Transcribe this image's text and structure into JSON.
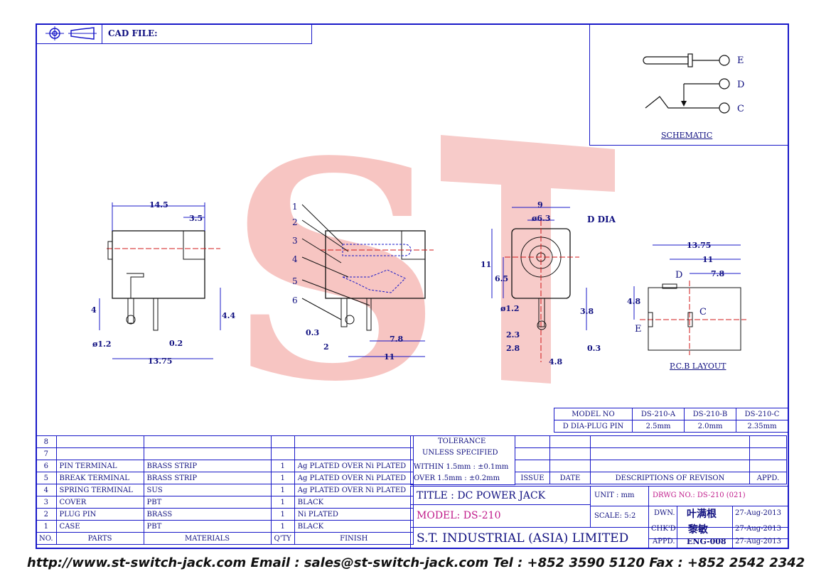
{
  "header": {
    "cad_file_label": "CAD FILE:"
  },
  "schematic": {
    "label": "SCHEMATIC",
    "terminals": [
      "E",
      "D",
      "C"
    ]
  },
  "watermark": {
    "letters": "ST",
    "color": "#f3a39f"
  },
  "side_view": {
    "dims": {
      "overall_length": "14.5",
      "top_offset": "3.5",
      "pin_height": "4",
      "body_offset": "4.4",
      "pin_dia": "ø1.2",
      "pin_thick": "0.2",
      "pin_span": "13.75"
    }
  },
  "section_view": {
    "callouts": [
      "1",
      "2",
      "3",
      "4",
      "5",
      "6"
    ],
    "dims": {
      "a": "0.3",
      "b": "2",
      "c": "7.8",
      "d": "11"
    }
  },
  "front_view": {
    "dims": {
      "width": "9",
      "bore": "ø6.3",
      "height": "11",
      "center": "6.5",
      "pin_dia": "ø1.2",
      "pin_len": "3.8",
      "p1": "2.3",
      "p2": "2.8",
      "p3": "0.3",
      "p4": "4.8"
    },
    "d_dia_label": "D DIA"
  },
  "pcb": {
    "label": "P.C.B LAYOUT",
    "dims": {
      "overall": "13.75",
      "mid": "11",
      "short": "7.8",
      "height": "4.8"
    },
    "pins": [
      "D",
      "C",
      "E"
    ]
  },
  "model_table": {
    "headers": [
      "MODEL NO",
      "DS-210-A",
      "DS-210-B",
      "DS-210-C"
    ],
    "row": [
      "D DIA-PLUG PIN",
      "2.5mm",
      "2.0mm",
      "2.35mm"
    ]
  },
  "bom": {
    "headers": [
      "NO.",
      "PARTS",
      "MATERIALS",
      "Q'TY",
      "FINISH"
    ],
    "rows": [
      [
        "8",
        "",
        "",
        "",
        ""
      ],
      [
        "7",
        "",
        "",
        "",
        ""
      ],
      [
        "6",
        "PIN TERMINAL",
        "BRASS STRIP",
        "1",
        "Ag PLATED OVER Ni PLATED"
      ],
      [
        "5",
        "BREAK TERMINAL",
        "BRASS STRIP",
        "1",
        "Ag PLATED OVER Ni PLATED"
      ],
      [
        "4",
        "SPRING TERMINAL",
        "SUS",
        "1",
        "Ag PLATED OVER Ni PLATED"
      ],
      [
        "3",
        "COVER",
        "PBT",
        "1",
        "BLACK"
      ],
      [
        "2",
        "PLUG PIN",
        "BRASS",
        "1",
        "Ni PLATED"
      ],
      [
        "1",
        "CASE",
        "PBT",
        "1",
        "BLACK"
      ]
    ]
  },
  "tolerance": {
    "title1": "TOLERANCE",
    "title2": "UNLESS   SPECIFIED",
    "within": "WITHIN  1.5mm : ±0.1mm",
    "over": "OVER    1.5mm : ±0.2mm"
  },
  "revision": {
    "issue": "ISSUE",
    "date": "DATE",
    "desc": "DESCRIPTIONS  OF  REVISON",
    "appd": "APPD."
  },
  "title_block": {
    "title": "TITLE : DC POWER JACK",
    "model": "MODEL: DS-210",
    "company": "S.T.  INDUSTRIAL  (ASIA)  LIMITED",
    "unit": "UNIT :   mm",
    "scale": "SCALE:   5:2",
    "drwg": "DRWG NO.: DS-210 (021)",
    "dwn_label": "DWN.",
    "dwn_name": "叶满根",
    "dwn_date": "27-Aug-2013",
    "chkd_label": "CHK'D",
    "chkd_name": "黎敏",
    "chkd_date": "27-Aug-2013",
    "appd_label": "APPD.",
    "appd_name": "ENG-008",
    "appd_date": "27-Aug-2013"
  },
  "footer": "http://www.st-switch-jack.com  Email : sales@st-switch-jack.com  Tel : +852 3590 5120  Fax : +852 2542 2342"
}
